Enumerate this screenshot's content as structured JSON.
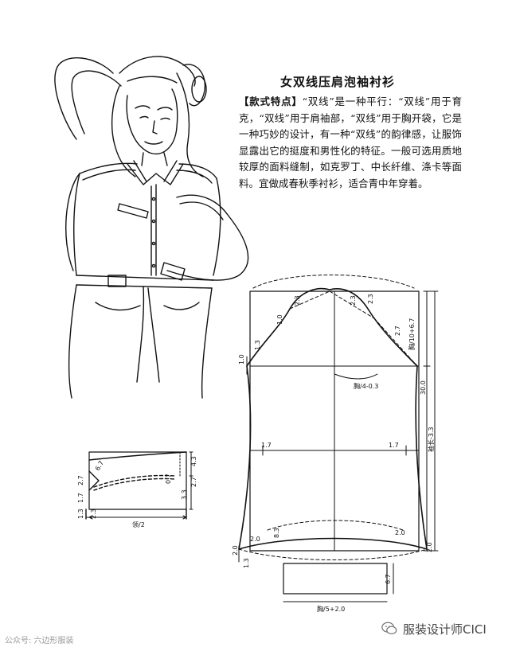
{
  "title": "女双线压肩泡袖衬衫",
  "description": {
    "label": "【款式特点】",
    "text": "“双线”是一种平行：“双线”用于育克，“双线”用于肩袖部，“双线”用于胸开袋，它是一种巧妙的设计，有一种“双线”的韵律感，让服饰显露出它的挺度和男性化的特征。一般可选用质地较厚的面料缝制，如克罗丁、中长纤维、涤卡等面料。宜做成春秋季衬衫，适合青中年穿着。"
  },
  "sleeve_pattern": {
    "labels": {
      "top_right_1": "4.3",
      "top_right_2": "2.7",
      "mid_right": "3.3",
      "inner": "0.7",
      "left_a": "6.7",
      "left_b": "2.7",
      "left_c": "1.7",
      "bottom_small": "2.3",
      "bottom_left": "1.3",
      "bottom_formula": "领/2"
    }
  },
  "body_pattern": {
    "labels": {
      "cap_1": "2.3",
      "cap_2": "1.0",
      "cap_3": "2.3",
      "cap_4": "2.3",
      "cap_5": "2.7",
      "left_top": "1.3",
      "left_mark": "1.0",
      "chest": "胸/4-0.3",
      "right_formula": "胸/10+6.7",
      "right_30": "30.0",
      "right_total": "袖长-3.3",
      "side_left": "1.7",
      "side_right": "1.7",
      "hem_1": "2.0",
      "hem_2": "2.0",
      "hem_3": "2.0",
      "hem_4": "2.0",
      "hem_5": "8.3",
      "hem_6": "1.3",
      "cuff_height": "6.7",
      "cuff_formula": "胸/5+2.0"
    }
  },
  "watermark_left": "公众号: 六边形服装",
  "watermark_right": "服装设计师CICI"
}
